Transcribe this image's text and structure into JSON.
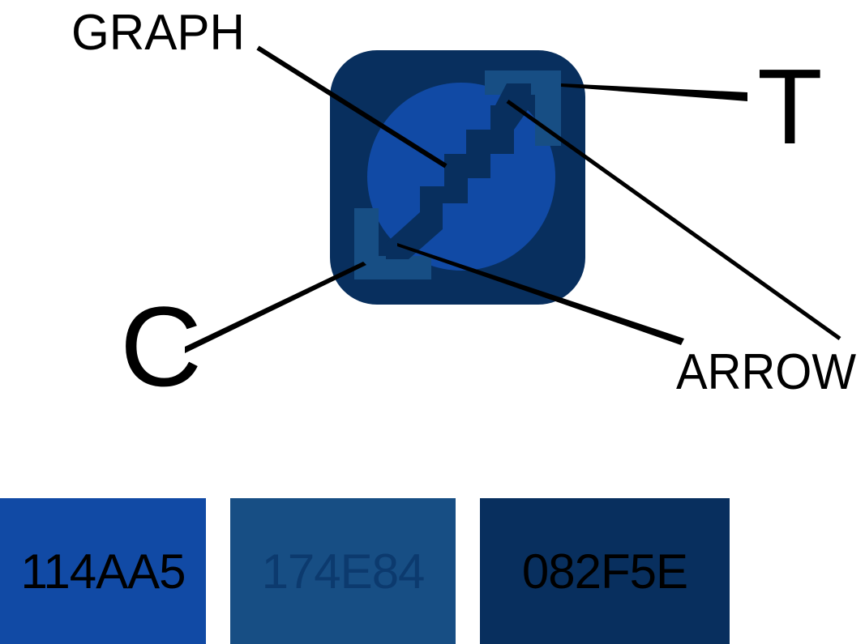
{
  "labels": {
    "graph": "GRAPH",
    "t": "T",
    "c": "C",
    "arrow": "ARROW"
  },
  "colors": {
    "dark": "#082F5E",
    "mid": "#174E84",
    "bright": "#114AA5",
    "ink": "#000000"
  },
  "swatches": [
    {
      "label": "114AA5",
      "color": "#114AA5",
      "text_color": "#000000"
    },
    {
      "label": "174E84",
      "color": "#174E84",
      "text_color": "#0C3A6E"
    },
    {
      "label": "082F5E",
      "color": "#082F5E",
      "text_color": "#000000"
    }
  ],
  "icons": [
    "rounded-square-icon",
    "circle-icon",
    "corner-bracket-icon",
    "staircase-arrow-icon"
  ]
}
